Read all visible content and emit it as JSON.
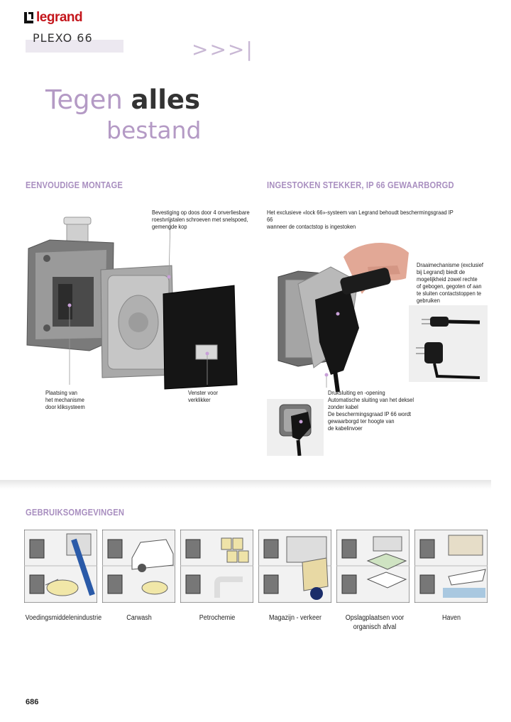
{
  "header": {
    "brand": "legrand",
    "range": "PLEXO 66",
    "arrows": ">>>|",
    "title_light": "Tegen ",
    "title_bold": "alles",
    "title_line2": "bestand"
  },
  "colors": {
    "brand_red": "#c4161c",
    "accent_lilac": "#a98fc0",
    "title_lilac": "#b49ac5"
  },
  "left_section": {
    "heading": "EENVOUDIGE MONTAGE",
    "caption_top": [
      "Bevestiging op doos door 4 onverliesbare",
      "roestvrijstalen schroeven met snelspoed,",
      "gemengde kop"
    ],
    "caption_bottom_left": [
      "Plaatsing van",
      "het mechanisme",
      "door kliksysteem"
    ],
    "caption_bottom_right": [
      "Venster voor",
      "verklikker"
    ]
  },
  "right_section": {
    "heading": "INGESTOKEN STEKKER, IP 66 GEWAARBORGD",
    "intro": [
      "Het exclusieve «lock 66»-systeem van Legrand behoudt beschermingsgraad IP 66",
      "wanneer de contactstop is ingestoken"
    ],
    "caption_right": [
      "Draaimechanisme (exclusief",
      "bij Legrand) biedt de",
      "mogelijkheid zowel rechte",
      "of gebogen, gegoten of aan",
      "te sluiten contactstoppen te",
      "gebruiken"
    ],
    "caption_bottom": [
      "Druksluiting en -opening",
      "Automatische sluiting  van het deksel",
      "zonder kabel",
      "De beschermingsgraad IP 66  wordt",
      "gewaarborgd ter hoogte van",
      "de kabelinvoer"
    ]
  },
  "environments": {
    "heading": "GEBRUIKSOMGEVINGEN",
    "items": [
      {
        "label": "Voedingsmiddelenindustrie",
        "icon": "food-industry-illustration"
      },
      {
        "label": "Carwash",
        "icon": "carwash-illustration"
      },
      {
        "label": "Petrochemie",
        "icon": "petrochemical-illustration"
      },
      {
        "label": "Magazijn - verkeer",
        "icon": "warehouse-illustration"
      },
      {
        "label": "Opslagplaatsen voor organisch afval",
        "icon": "waste-storage-illustration"
      },
      {
        "label": "Haven",
        "icon": "harbour-illustration"
      }
    ]
  },
  "footer": {
    "page_number": "686"
  }
}
